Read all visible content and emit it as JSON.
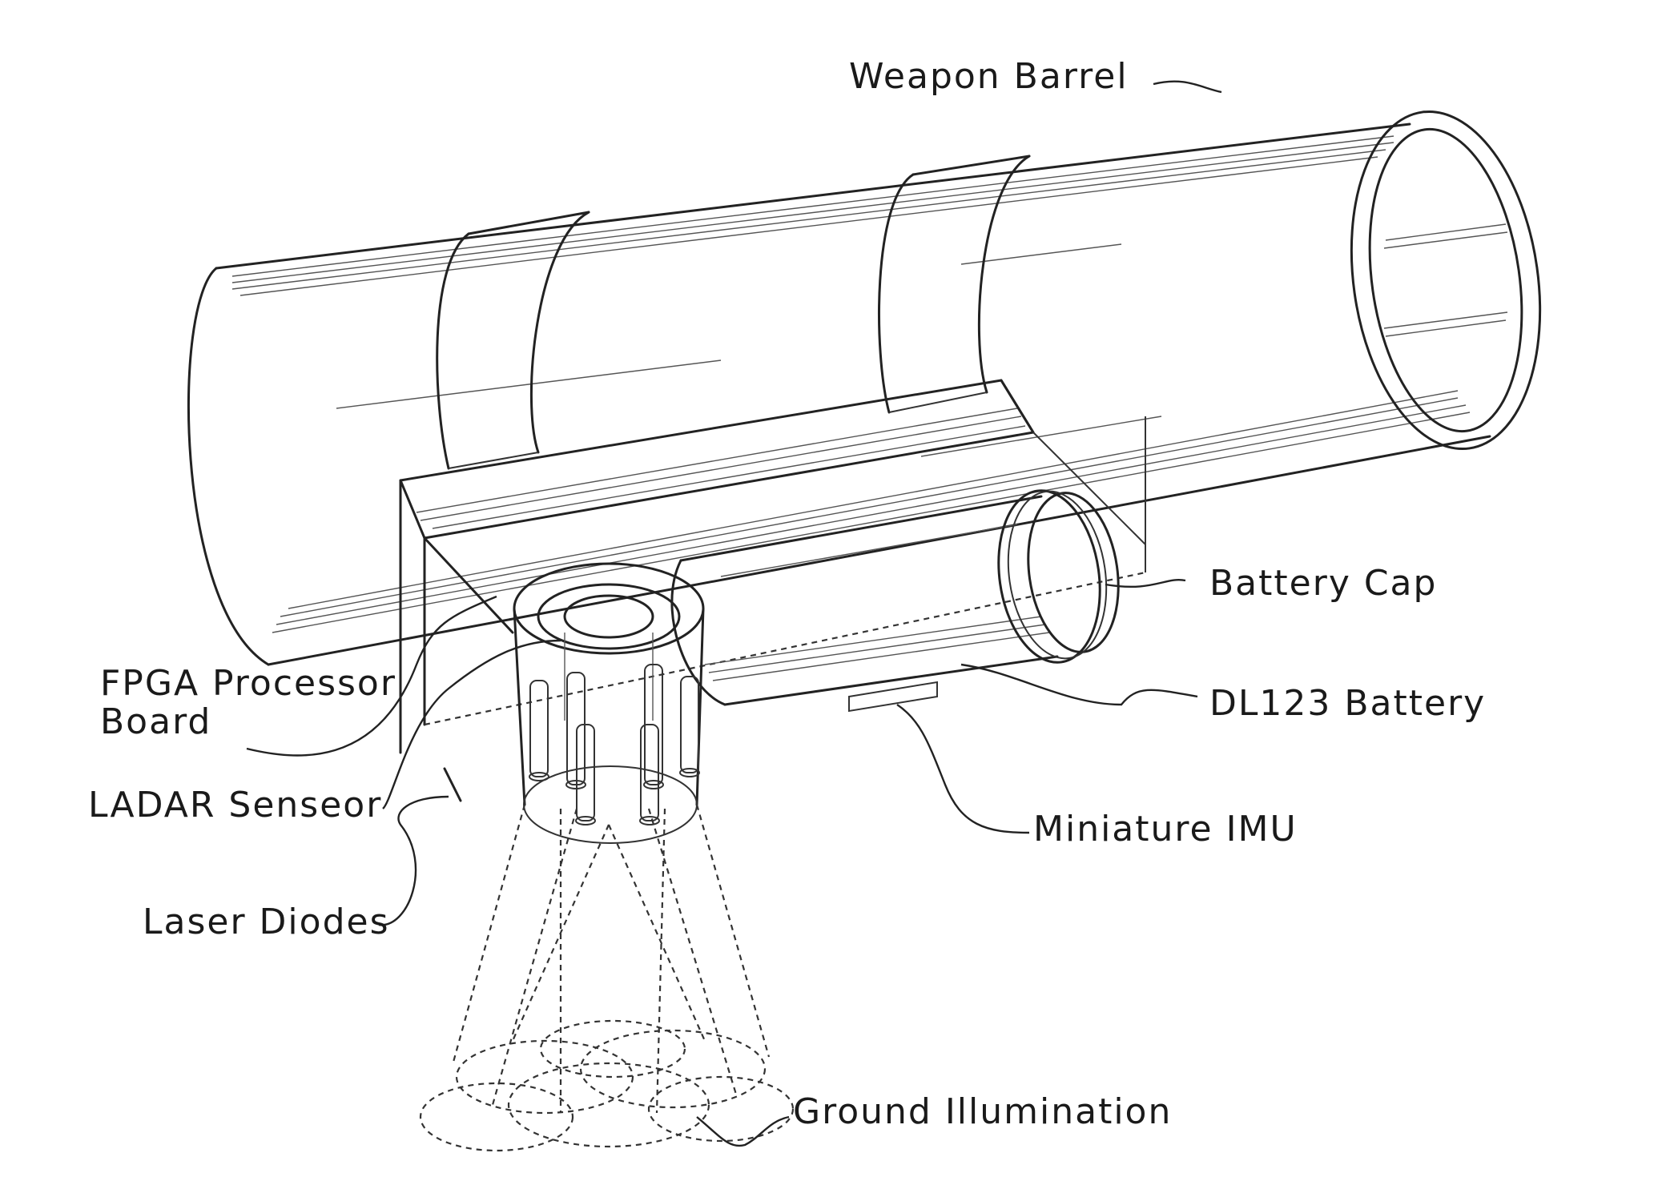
{
  "labels": {
    "weapon_barrel": "Weapon   Barrel",
    "battery_cap": "Battery  Cap",
    "fpga_line1": "FPGA  Processor",
    "fpga_line2": "Board",
    "dl123_battery": "DL123  Battery",
    "ladar_sensor": "LADAR  Senseor",
    "miniature_imu": "Miniature  IMU",
    "laser_diodes": "Laser  Diodes",
    "ground_illumination": "Ground  Illumination"
  }
}
